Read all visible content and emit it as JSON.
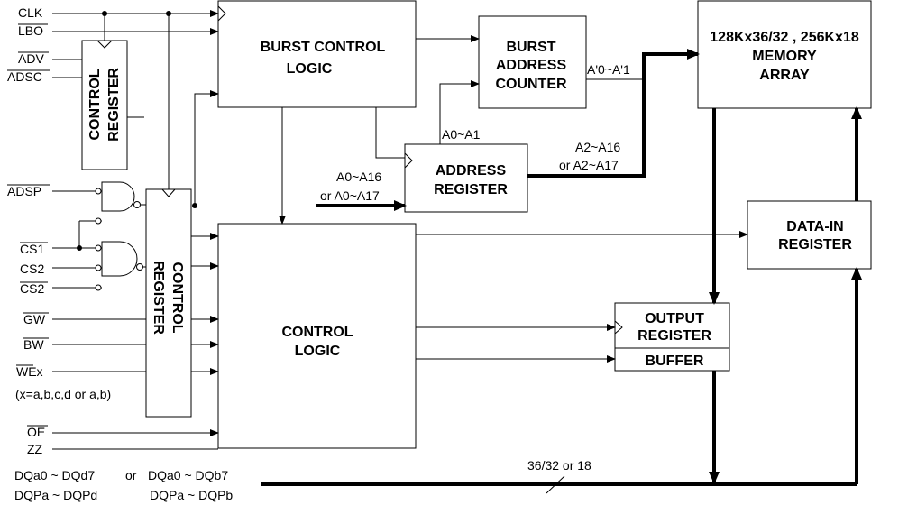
{
  "signals": {
    "clk": "CLK",
    "lbo": "LBO",
    "adv": "ADV",
    "adsc": "ADSC",
    "adsp": "ADSP",
    "cs1": "CS1",
    "cs2": "CS2",
    "cs2b": "CS2",
    "gw": "GW",
    "bw": "BW",
    "wex": "WEx",
    "wex_note": "(x=a,b,c,d or a,b)",
    "oe": "OE",
    "zz": "ZZ"
  },
  "blocks": {
    "control_register_top": [
      "CONTROL",
      "REGISTER"
    ],
    "control_register_bottom": [
      "CONTROL",
      "REGISTER"
    ],
    "burst_control_logic": [
      "BURST CONTROL",
      "LOGIC"
    ],
    "burst_address_counter": [
      "BURST",
      "ADDRESS",
      "COUNTER"
    ],
    "memory_array": [
      "128Kx36/32 , 256Kx18",
      "MEMORY",
      "ARRAY"
    ],
    "address_register": [
      "ADDRESS",
      "REGISTER"
    ],
    "data_in_register": [
      "DATA-IN",
      "REGISTER"
    ],
    "control_logic": [
      "CONTROL",
      "LOGIC"
    ],
    "output_register": [
      "OUTPUT",
      "REGISTER"
    ],
    "buffer": "BUFFER"
  },
  "buses": {
    "counter_out": "A'0~A'1",
    "a0_a1": "A0~A1",
    "a2_a16": "A2~A16",
    "or_a2_a17": "or A2~A17",
    "a0_a16": "A0~A16",
    "or_a0_a17": "or A0~A17",
    "width": "36/32 or 18"
  },
  "dq": {
    "line1_left": "DQa0 ~ DQd7",
    "line1_or": "or",
    "line1_right": "DQa0 ~ DQb7",
    "line2_left": "DQPa ~ DQPd",
    "line2_right": "DQPa ~ DQPb"
  }
}
